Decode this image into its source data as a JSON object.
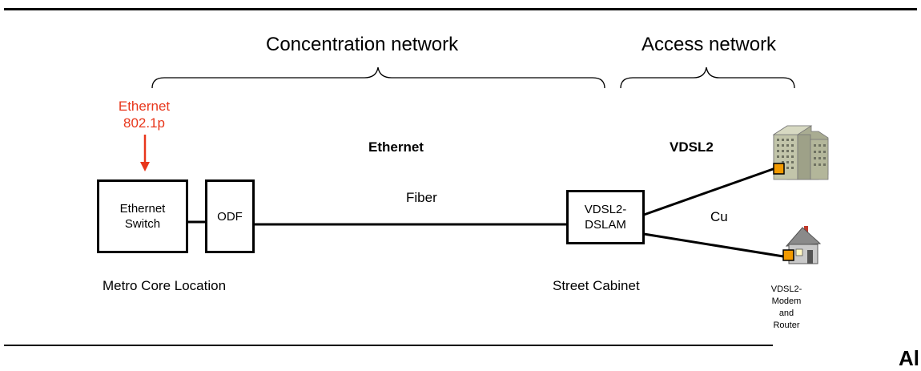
{
  "headings": {
    "concentration": "Concentration network",
    "access": "Access network"
  },
  "annotation": {
    "ethernet_line1": "Ethernet",
    "ethernet_line2": "802.1p"
  },
  "link_labels": {
    "ethernet": "Ethernet",
    "fiber": "Fiber",
    "vdsl2": "VDSL2",
    "cu": "Cu"
  },
  "nodes": {
    "switch_line1": "Ethernet",
    "switch_line2": "Switch",
    "odf": "ODF",
    "dslam_line1": "VDSL2-",
    "dslam_line2": "DSLAM"
  },
  "locations": {
    "metro": "Metro Core Location",
    "cabinet": "Street Cabinet"
  },
  "cpe": {
    "line1": "VDSL2-",
    "line2": "Modem",
    "line3": "and",
    "line4": "Router"
  },
  "corner_mark": "Al",
  "colors": {
    "annotation": "#e8361b",
    "building": "#b9bca0",
    "connector": "#f29a00",
    "house_roof": "#8a8a8a"
  }
}
